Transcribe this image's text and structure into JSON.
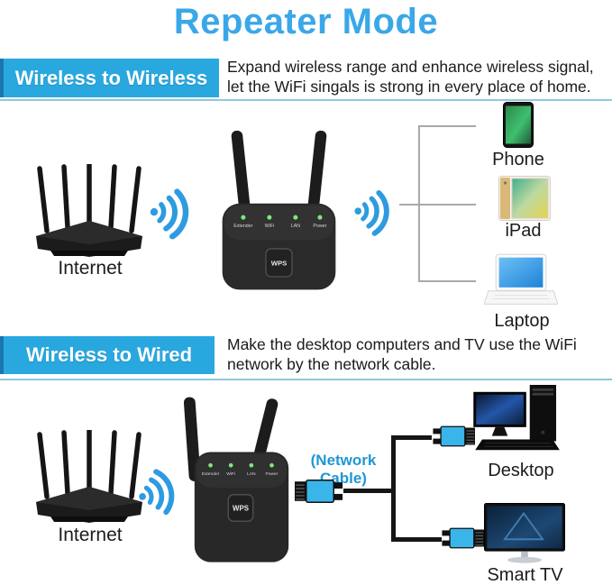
{
  "title": "Repeater Mode",
  "section1": {
    "banner": "Wireless to Wireless",
    "desc_line1": "Expand wireless range and enhance wireless signal,",
    "desc_line2": "let the WiFi singals is strong in every place of home.",
    "router_label": "Internet",
    "device1": "Phone",
    "device2": "iPad",
    "device3": "Laptop"
  },
  "section2": {
    "banner": "Wireless to Wired",
    "desc_line1": "Make the desktop computers and TV use the WiFi",
    "desc_line2": "network by the network cable.",
    "router_label": "Internet",
    "cable_label": "(Network Cable)",
    "device1": "Desktop",
    "device2": "Smart TV"
  },
  "repeater": {
    "led1": "Extender",
    "led2": "WiFi",
    "led3": "LAN",
    "led4": "Power",
    "wps": "WPS"
  },
  "colors": {
    "title_blue": "#3AA7E8",
    "banner_cyan": "#29A8E0",
    "divider": "#8FC9D9",
    "wifi_blue": "#2E9BE0",
    "cable_blue": "#1E97D4",
    "led_green": "#7CE87C",
    "connector_cyan": "#3AB5EA"
  }
}
